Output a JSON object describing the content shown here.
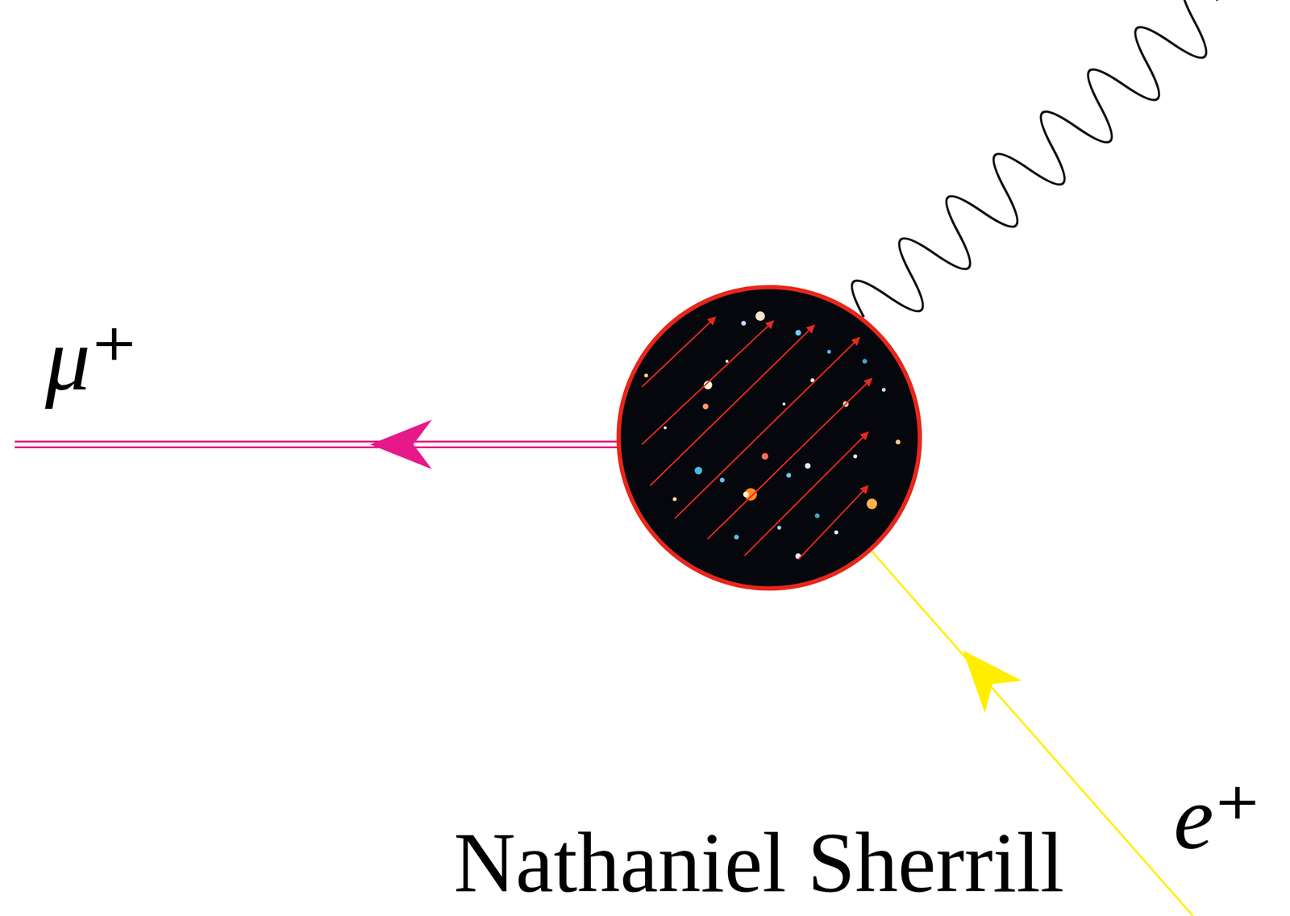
{
  "diagram": {
    "labels": [
      "μ⁺",
      "e⁺",
      "Nathaniel Sherrill"
    ]
  }
}
